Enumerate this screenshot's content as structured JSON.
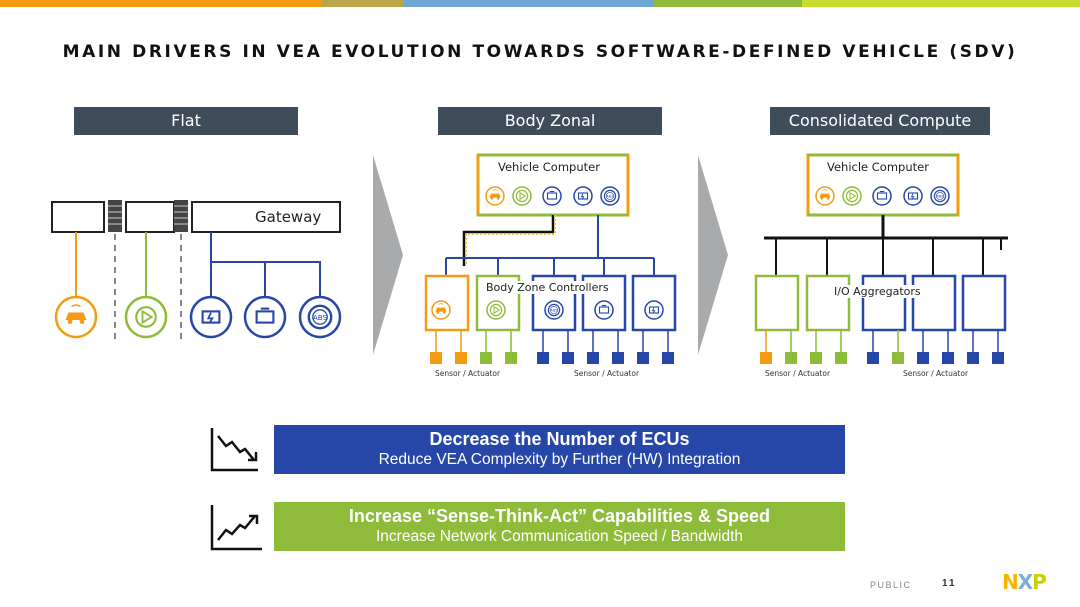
{
  "top_stripe_colors": [
    "#f39c12",
    "#b9a64a",
    "#6fa6d6",
    "#8fbb3a",
    "#c8dc2e"
  ],
  "title": "MAIN DRIVERS IN VEA EVOLUTION TOWARDS SOFTWARE-DEFINED VEHICLE (SDV)",
  "columns": {
    "flat": {
      "heading": "Flat",
      "gateway_label": "Gateway"
    },
    "body_zonal": {
      "heading": "Body Zonal",
      "computer_label": "Vehicle Computer",
      "controllers_label": "Body Zone Controllers",
      "sensor_left": "Sensor / Actuator",
      "sensor_right": "Sensor / Actuator"
    },
    "consolidated": {
      "heading": "Consolidated Compute",
      "computer_label": "Vehicle Computer",
      "aggregators_label": "I/O Aggregators",
      "sensor_left": "Sensor / Actuator",
      "sensor_right": "Sensor / Actuator"
    }
  },
  "icons": [
    "car-icon",
    "play-icon",
    "battery-icon",
    "engine-icon",
    "abs-icon"
  ],
  "icon_abs_text": "ABS",
  "drivers": [
    {
      "heading": "Decrease the Number of ECUs",
      "subheading": "Reduce VEA Complexity by Further (HW) Integration",
      "color": "#2747a8"
    },
    {
      "heading": "Increase “Sense-Think-Act” Capabilities & Speed",
      "subheading": "Increase Network Communication Speed / Bandwidth",
      "color": "#8fbb3a"
    }
  ],
  "footer": {
    "classification": "PUBLIC",
    "page": "11",
    "logo": "NXP"
  },
  "colors": {
    "orange": "#f39c12",
    "green": "#8fbb3a",
    "blue": "#2747a8",
    "header": "#3f4c5a"
  }
}
